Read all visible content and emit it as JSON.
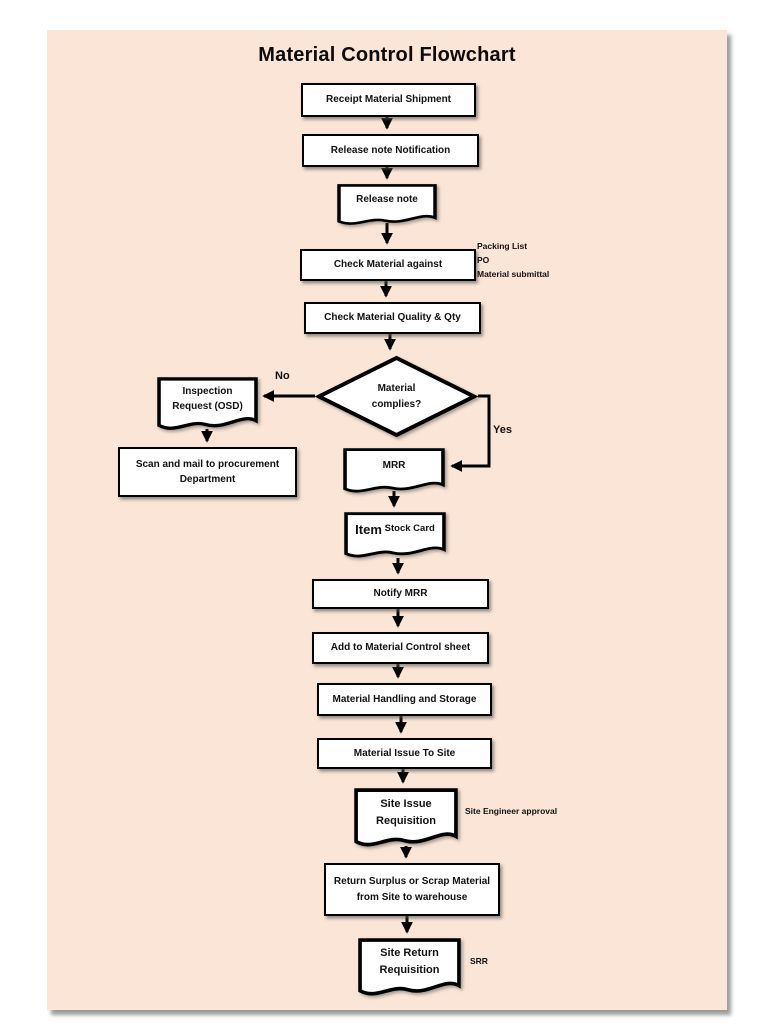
{
  "page": {
    "title": "Material Control Flowchart",
    "background_color": "#fbe5d6",
    "shape_fill": "#ffffff",
    "line_color": "#000000"
  },
  "nodes": [
    {
      "id": "receipt-material-shipment",
      "type": "process",
      "label": "Receipt Material Shipment"
    },
    {
      "id": "release-note-notification",
      "type": "process",
      "label": "Release note Notification"
    },
    {
      "id": "release-note",
      "type": "document",
      "label": "Release note"
    },
    {
      "id": "check-material-against",
      "type": "process",
      "label": "Check Material against"
    },
    {
      "id": "check-material-quality",
      "type": "process",
      "label": "Check Material Quality & Qty"
    },
    {
      "id": "material-complies",
      "type": "decision",
      "label": "Material complies?"
    },
    {
      "id": "inspection-request-osd",
      "type": "document",
      "label": "Inspection Request (OSD)"
    },
    {
      "id": "scan-and-mail",
      "type": "process",
      "label": "Scan and mail to procurement Department"
    },
    {
      "id": "mrr",
      "type": "document",
      "label": "MRR"
    },
    {
      "id": "item-stock-card",
      "type": "document",
      "label": "Item Stock Card",
      "label_big": "Item",
      "label_small": "Stock Card"
    },
    {
      "id": "notify-mrr",
      "type": "process",
      "label": "Notify MRR"
    },
    {
      "id": "add-to-material-control",
      "type": "process",
      "label": "Add to Material Control sheet"
    },
    {
      "id": "material-handling-storage",
      "type": "process",
      "label": "Material Handling and Storage"
    },
    {
      "id": "material-issue-to-site",
      "type": "process",
      "label": "Material Issue To Site"
    },
    {
      "id": "site-issue-requisition",
      "type": "document",
      "label": "Site Issue Requisition"
    },
    {
      "id": "return-surplus",
      "type": "process",
      "label": "Return Surplus or Scrap Material from Site to warehouse"
    },
    {
      "id": "site-return-requisition",
      "type": "document",
      "label": "Site Return Requisition"
    }
  ],
  "edge_labels": {
    "no": "No",
    "yes": "Yes"
  },
  "annotations": {
    "check_material_refs": [
      "Packing List",
      "PO",
      "Material submittal"
    ],
    "site_issue_note": "Site Engineer approval",
    "site_return_note": "SRR"
  }
}
